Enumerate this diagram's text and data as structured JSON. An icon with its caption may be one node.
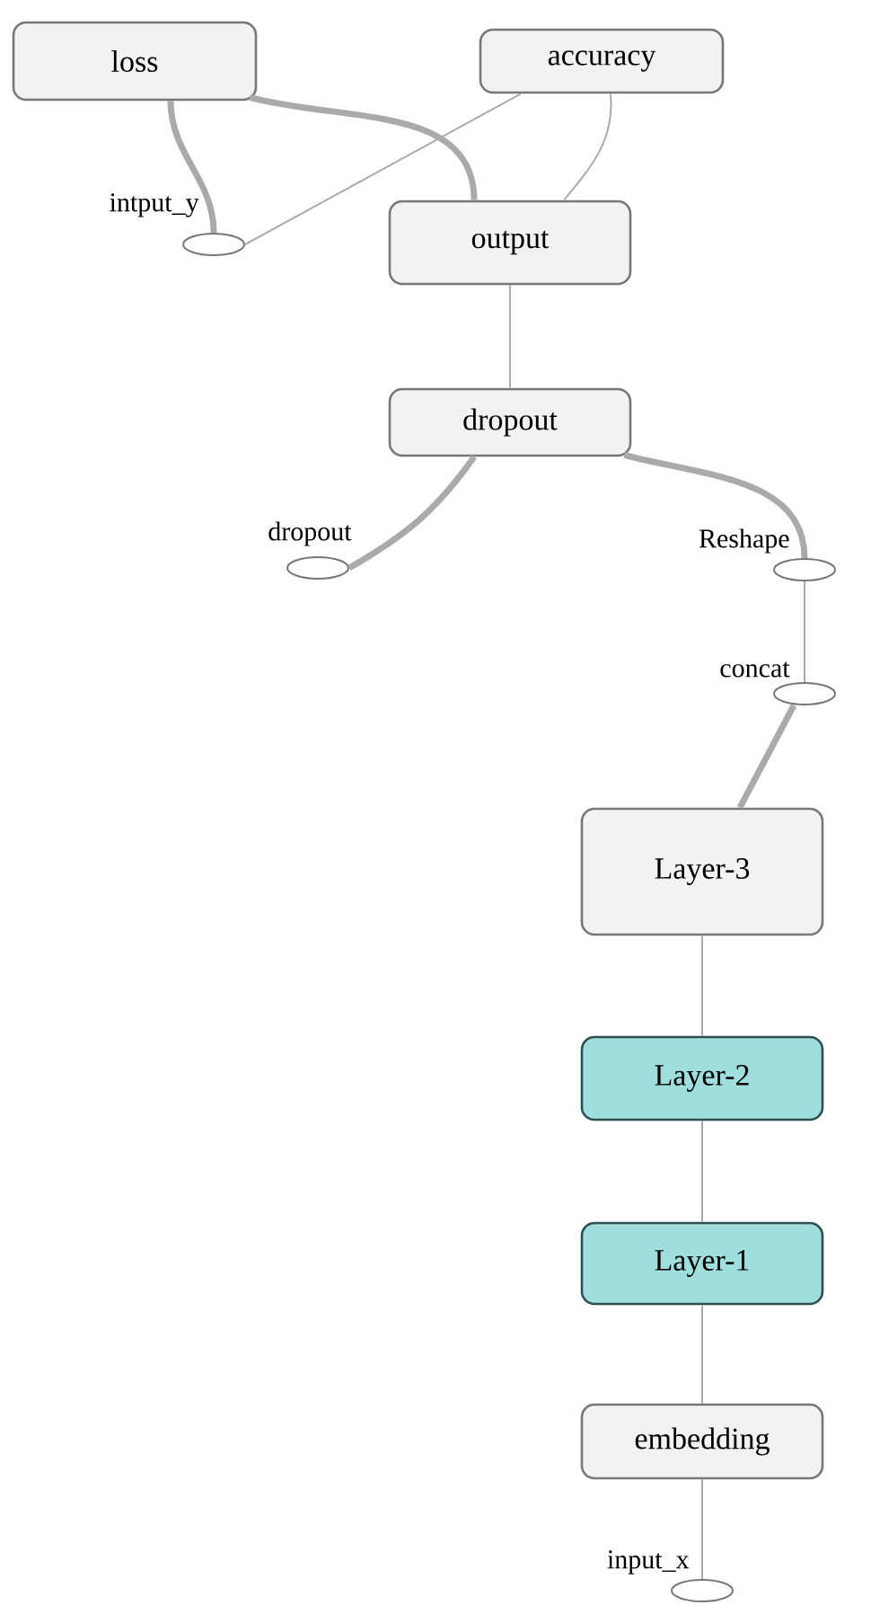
{
  "diagram": {
    "nodes": [
      {
        "text": [
          "loss"
        ]
      },
      {
        "text": [
          "accuracy"
        ]
      },
      {
        "text": [],
        "shape": "ellipse",
        "beside": [
          "intput_y"
        ]
      },
      {
        "text": [
          "output"
        ]
      },
      {
        "text": [
          "dropout"
        ]
      },
      {
        "text": [],
        "shape": "ellipse",
        "beside": [
          "dropout"
        ]
      },
      {
        "text": [],
        "shape": "ellipse",
        "beside": [
          "Reshape"
        ]
      },
      {
        "text": [],
        "shape": "ellipse",
        "beside": [
          "concat"
        ]
      },
      {
        "text": [
          "Layer-3"
        ]
      },
      {
        "text": [
          "Layer-2"
        ]
      },
      {
        "text": [
          "Layer-1"
        ]
      },
      {
        "text": [
          "embedding"
        ]
      },
      {
        "text": [],
        "shape": "ellipse",
        "beside": [
          "input_x"
        ]
      }
    ],
    "edges": [
      {
        "from": 0,
        "to": 2,
        "arrow": "none",
        "style": "thick"
      },
      {
        "from": 0,
        "to": 3,
        "arrow": "none",
        "style": "thick"
      },
      {
        "from": 1,
        "to": 2,
        "arrow": "none"
      },
      {
        "from": 1,
        "to": 3,
        "arrow": "none"
      },
      {
        "from": 3,
        "to": 4,
        "arrow": "none"
      },
      {
        "from": 4,
        "to": 5,
        "arrow": "none",
        "style": "thick"
      },
      {
        "from": 4,
        "to": 6,
        "arrow": "none",
        "style": "thick"
      },
      {
        "from": 6,
        "to": 7,
        "arrow": "none"
      },
      {
        "from": 7,
        "to": 8,
        "arrow": "none",
        "style": "thick"
      },
      {
        "from": 8,
        "to": 9,
        "arrow": "none"
      },
      {
        "from": 9,
        "to": 10,
        "arrow": "none"
      },
      {
        "from": 10,
        "to": 11,
        "arrow": "none"
      },
      {
        "from": 11,
        "to": 12,
        "arrow": "none"
      }
    ]
  }
}
